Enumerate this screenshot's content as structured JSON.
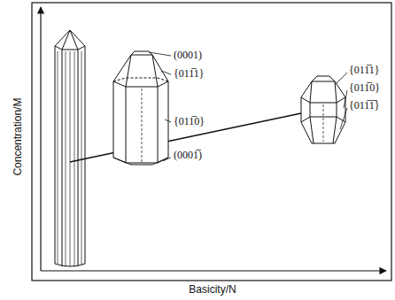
{
  "diagram": {
    "labels": [
      "(0001)",
      "{011̅1}",
      "{011̅0}",
      "(0001̅)",
      "{011̅1}",
      "{011̅0}",
      "{011̅1̅}",
      "Concentration/M",
      "Basicity/N"
    ]
  }
}
